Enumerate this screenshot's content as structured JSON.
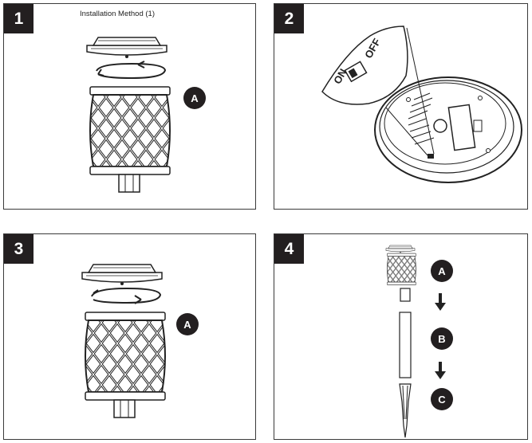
{
  "panels": [
    {
      "number": "1",
      "caption": "Installation Method (1)",
      "labels": [
        "A"
      ]
    },
    {
      "number": "2",
      "switch": {
        "on": "ON",
        "off": "OFF"
      }
    },
    {
      "number": "3",
      "labels": [
        "A"
      ]
    },
    {
      "number": "4",
      "labels": [
        "A",
        "B",
        "C"
      ]
    }
  ]
}
